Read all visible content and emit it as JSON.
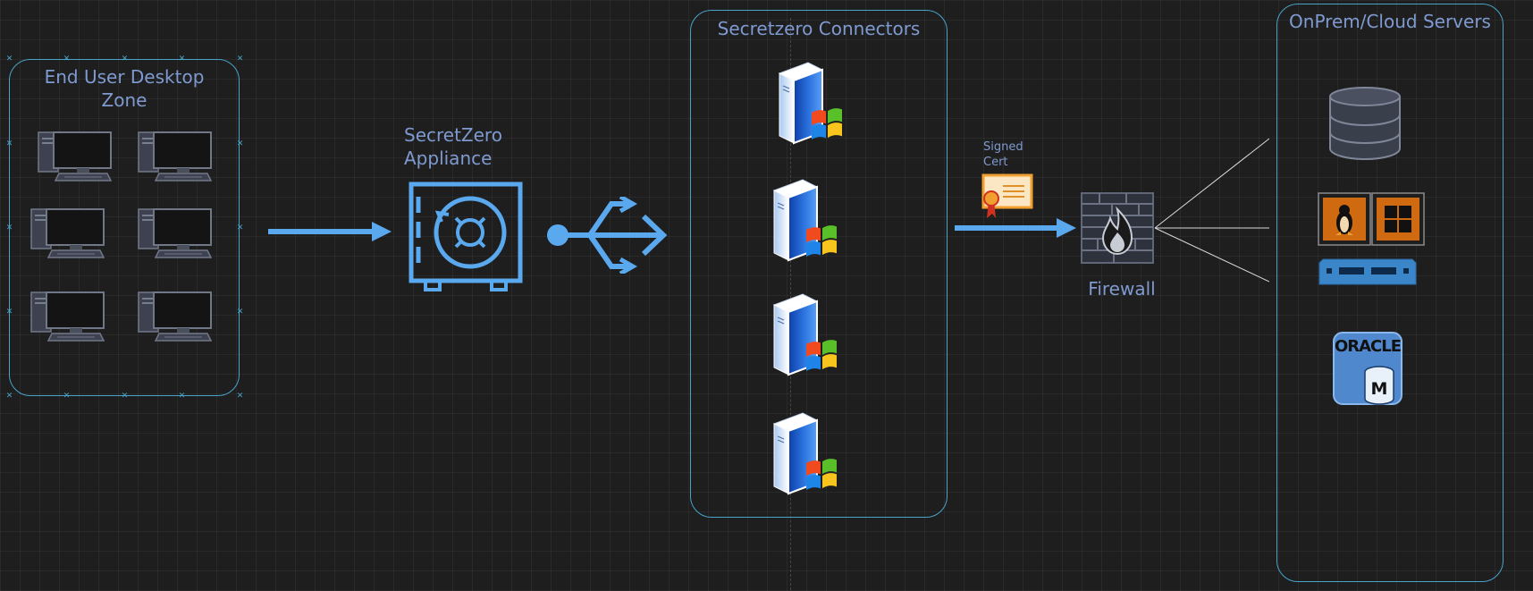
{
  "desktop_zone": {
    "title": "End User Desktop Zone"
  },
  "appliance": {
    "title": "SecretZero Appliance"
  },
  "connectors_zone": {
    "title": "Secretzero Connectors"
  },
  "cert": {
    "label": "Signed Cert"
  },
  "firewall": {
    "label": "Firewall"
  },
  "servers_zone": {
    "title": "OnPrem/Cloud Servers"
  },
  "oracle": {
    "label": "ORACLE",
    "badge": "M"
  },
  "colors": {
    "accent_blue": "#5aa8ee",
    "zone_border": "#4aa3c8",
    "label_text": "#7f9ad0",
    "os_orange": "#d06a10",
    "cert_orange": "#f0a030"
  }
}
